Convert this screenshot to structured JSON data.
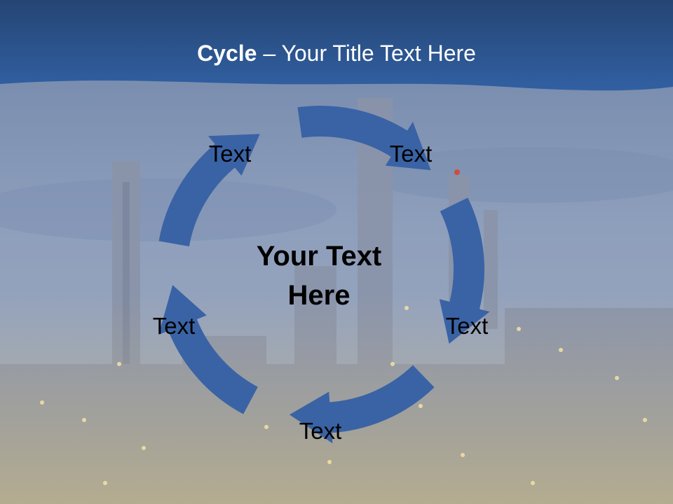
{
  "slide": {
    "title_bold": "Cycle",
    "title_rest": " – Your Title Text Here"
  },
  "cycle": {
    "center_text": "Your Text Here",
    "nodes": [
      "Text",
      "Text",
      "Text",
      "Text",
      "Text"
    ],
    "arrow_color": "#3a63a5",
    "header_color": "#2f5597"
  }
}
